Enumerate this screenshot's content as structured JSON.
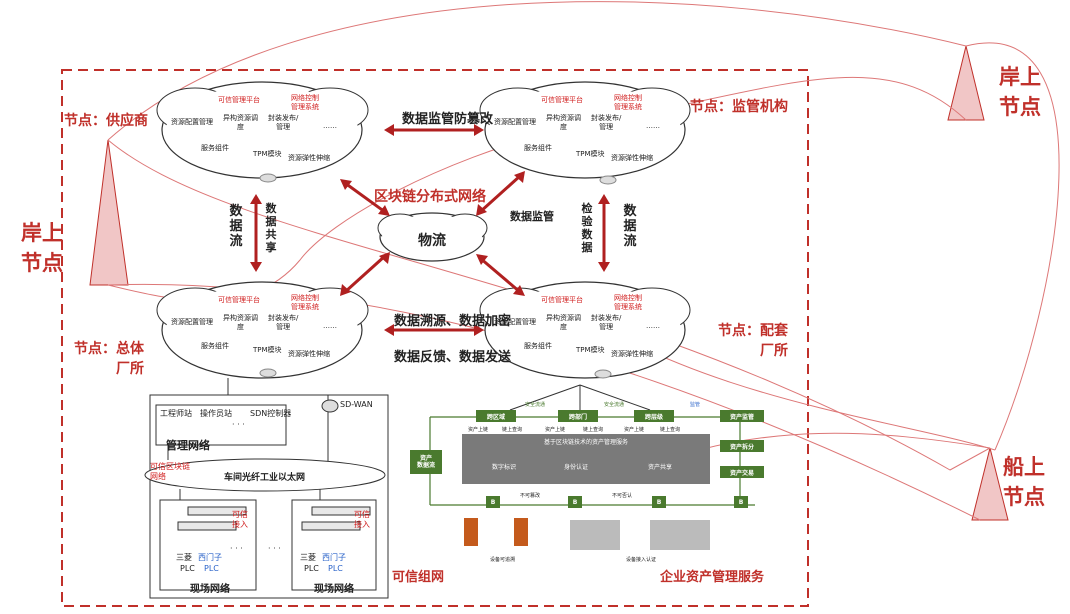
{
  "labels": {
    "shore_left": "岸上\n节点",
    "shore_right": "岸上\n节点",
    "ship": "船上\n节点",
    "supplier": "节点：供应商",
    "regulator": "节点：监管机构",
    "plant": "节点：总体\n厂所",
    "support": "节点：配套\n厂所"
  },
  "cloud": {
    "platform": "可信管理平台",
    "netctl": "网络控制\n管理系统",
    "resource": "资源配置管理",
    "hetero": "异构资源调\n度",
    "publish": "封装发布/\n管理",
    "more": "……",
    "service": "服务组件",
    "tpm": "TPM模块",
    "elastic": "资源弹性伸缩"
  },
  "edges": {
    "top": "数据监管防篡改",
    "blockchain": "区块链分布式网络",
    "logistics": "物流",
    "data_supervise": "数据监管",
    "left_flow": "数据\n流",
    "left_share": "数据\n共\n享",
    "right_check": "检\n验\n数\n据",
    "right_flow": "数据\n流",
    "bottom1": "数据溯源、数据加密",
    "bottom2": "数据反馈、数据发送"
  },
  "network": {
    "eng": "工程师站",
    "op": "操作员站",
    "sdn": "SDN控制器",
    "sdwan": "SD-WAN",
    "mgmt": "管理网络",
    "trusted_bc": "可信区块链\n网络",
    "ethernet": "车间光纤工业以太网",
    "trusted_in": "可信\n接入",
    "mitsu": "三菱",
    "siemens": "西门子",
    "plc": "PLC",
    "field": "现场网络",
    "trusted_net": "可信组网",
    "dots": "· · ·"
  },
  "asset": {
    "title": "企业资产管理服务",
    "asset_data": "资产\n数据流",
    "cross_region": "跨区域",
    "cross_dept": "跨部门",
    "cross_level": "跨层级",
    "supervise": "资产监管",
    "split": "资产拆分",
    "trade": "资产交易",
    "flow_safe": "安全流通",
    "supervise_small": "监管",
    "band_title": "基于区块链技术的资产管理服务",
    "digital_id": "数字标识",
    "identity": "身份认证",
    "share": "资产共享",
    "uplink": "资产上链",
    "query": "链上查询",
    "tamper": "不可篡改",
    "deny": "不可否认",
    "b": "B",
    "traceable": "设备可追溯",
    "access": "设备接入认证"
  },
  "colors": {
    "accent_red": "#c0302a",
    "green": "#4a7a2e",
    "dark_red_arrow": "#b02020"
  }
}
